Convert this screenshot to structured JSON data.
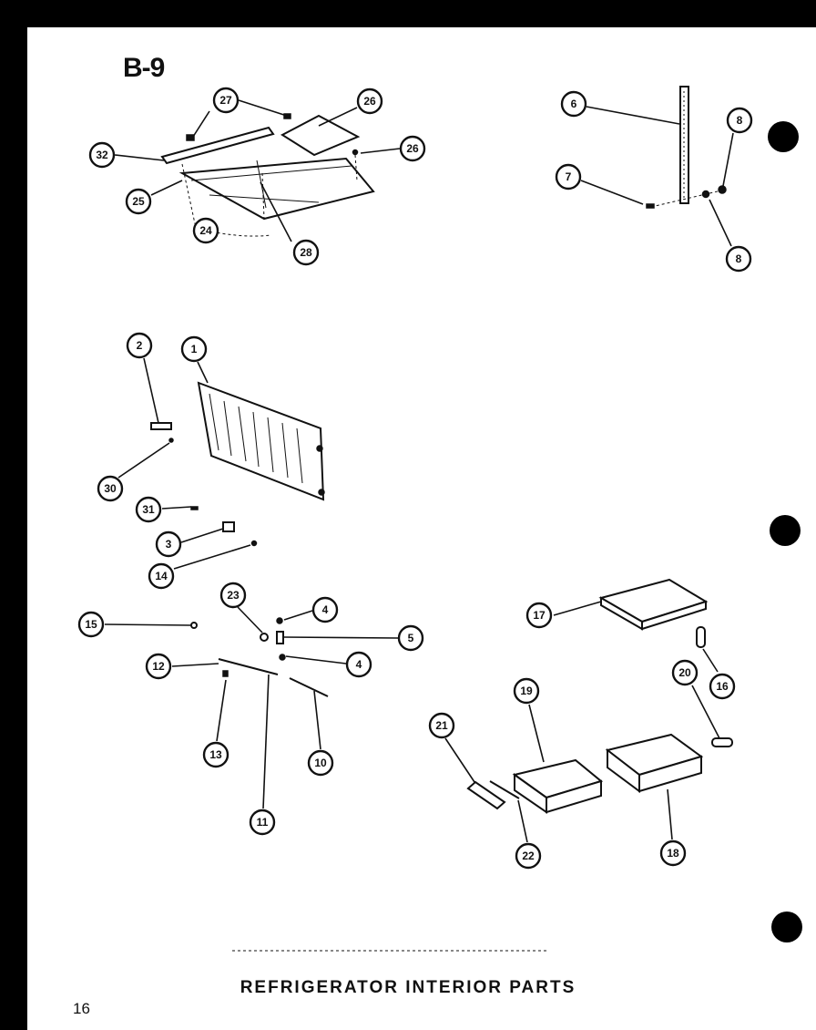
{
  "page_code": "B-9",
  "caption": "REFRIGERATOR INTERIOR PARTS",
  "page_number": "16",
  "callouts": [
    "1",
    "2",
    "3",
    "4",
    "4",
    "5",
    "6",
    "7",
    "8",
    "8",
    "10",
    "11",
    "12",
    "13",
    "14",
    "15",
    "16",
    "17",
    "18",
    "19",
    "20",
    "21",
    "22",
    "23",
    "24",
    "25",
    "26",
    "26",
    "27",
    "28",
    "30",
    "31",
    "32"
  ]
}
